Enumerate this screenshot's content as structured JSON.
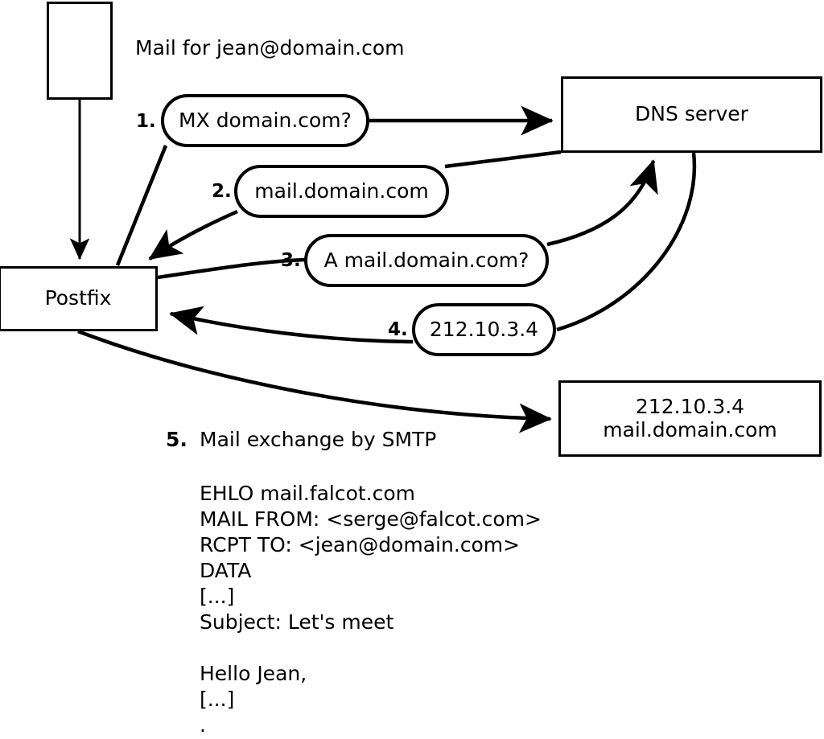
{
  "diagram": {
    "title_note": "Mail for jean@domain.com",
    "nodes": {
      "sender_box": {
        "label": ""
      },
      "postfix": {
        "label": "Postfix"
      },
      "dns_server": {
        "label": "DNS server"
      },
      "mail_server": {
        "line1": "212.10.3.4",
        "line2": "mail.domain.com"
      }
    },
    "steps": [
      {
        "num": "1.",
        "label": "MX domain.com?"
      },
      {
        "num": "2.",
        "label": "mail.domain.com"
      },
      {
        "num": "3.",
        "label": "A mail.domain.com?"
      },
      {
        "num": "4.",
        "label": "212.10.3.4"
      },
      {
        "num": "5.",
        "label": "Mail exchange by SMTP"
      }
    ],
    "smtp_transcript": "EHLO mail.falcot.com\nMAIL FROM: <serge@falcot.com>\nRCPT TO: <jean@domain.com>\nDATA\n[...]\nSubject: Let's meet\n\nHello Jean,\n[...]\n.",
    "colors": {
      "stroke": "#000000",
      "fill": "#ffffff",
      "text": "#000000"
    }
  }
}
